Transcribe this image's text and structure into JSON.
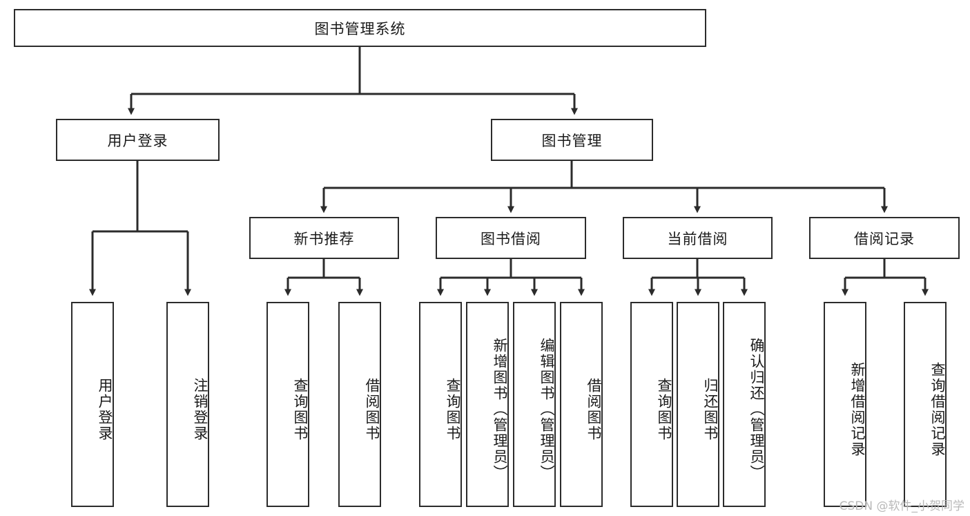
{
  "diagram": {
    "title": "图书管理系统",
    "type": "hierarchy-tree",
    "root": {
      "id": "root",
      "label": "图书管理系统",
      "orientation": "horizontal"
    },
    "level1": [
      {
        "id": "user-login",
        "label": "用户登录",
        "orientation": "horizontal"
      },
      {
        "id": "book-manage",
        "label": "图书管理",
        "orientation": "horizontal"
      }
    ],
    "level2": [
      {
        "id": "new-book-recommend",
        "label": "新书推荐",
        "orientation": "horizontal",
        "parent": "book-manage"
      },
      {
        "id": "book-borrow",
        "label": "图书借阅",
        "orientation": "horizontal",
        "parent": "book-manage"
      },
      {
        "id": "current-borrow",
        "label": "当前借阅",
        "orientation": "horizontal",
        "parent": "book-manage"
      },
      {
        "id": "borrow-record",
        "label": "借阅记录",
        "orientation": "horizontal",
        "parent": "book-manage"
      }
    ],
    "leaves": [
      {
        "id": "leaf-user-login",
        "label": "用户登录",
        "parent": "user-login"
      },
      {
        "id": "leaf-logout-login",
        "label": "注销登录",
        "parent": "user-login"
      },
      {
        "id": "leaf-query-book-1",
        "label": "查询图书",
        "parent": "new-book-recommend"
      },
      {
        "id": "leaf-borrow-book-1",
        "label": "借阅图书",
        "parent": "new-book-recommend"
      },
      {
        "id": "leaf-query-book-2",
        "label": "查询图书",
        "parent": "book-borrow"
      },
      {
        "id": "leaf-add-book",
        "label": "新增图书（管理员）",
        "parent": "book-borrow"
      },
      {
        "id": "leaf-edit-book",
        "label": "编辑图书（管理员）",
        "parent": "book-borrow"
      },
      {
        "id": "leaf-borrow-book-2",
        "label": "借阅图书",
        "parent": "book-borrow"
      },
      {
        "id": "leaf-query-book-3",
        "label": "查询图书",
        "parent": "current-borrow"
      },
      {
        "id": "leaf-return-book",
        "label": "归还图书",
        "parent": "current-borrow"
      },
      {
        "id": "leaf-confirm-return",
        "label": "确认归还（管理员）",
        "parent": "current-borrow"
      },
      {
        "id": "leaf-add-record",
        "label": "新增借阅记录",
        "parent": "borrow-record"
      },
      {
        "id": "leaf-query-record",
        "label": "查询借阅记录",
        "parent": "borrow-record"
      }
    ],
    "watermark": "CSDN @软件_小贺同学",
    "colors": {
      "stroke": "#2b2b2b",
      "fill": "#ffffff",
      "text": "#1a1a1a",
      "watermark": "#b9b9b9"
    }
  }
}
